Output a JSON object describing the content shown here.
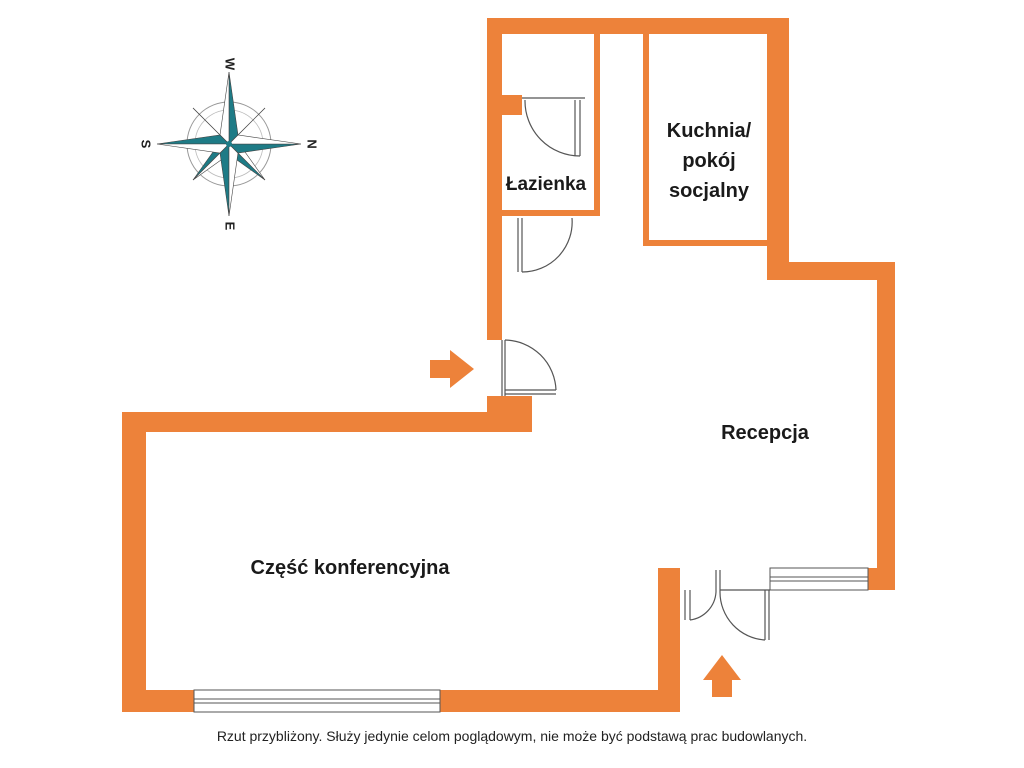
{
  "rooms": {
    "lazienka": "Łazienka",
    "kuchnia_line1": "Kuchnia/",
    "kuchnia_line2": "pokój",
    "kuchnia_line3": "socjalny",
    "recepcja": "Recepcja",
    "konferencja": "Część konferencyjna"
  },
  "compass": {
    "north": "N",
    "south": "S",
    "east": "E",
    "west": "W"
  },
  "footnote": "Rzut przybliżony. Służy jedynie celom poglądowym, nie może być podstawą prac budowlanych.",
  "colors": {
    "wall": "#ED823A",
    "compass": "#1E7B86",
    "door": "#555555"
  }
}
